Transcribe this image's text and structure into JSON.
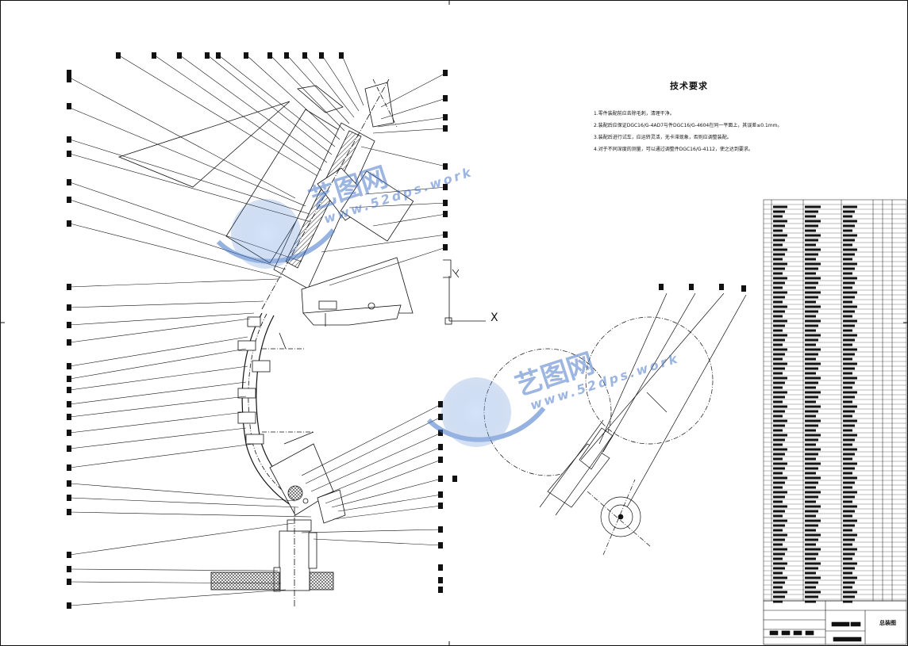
{
  "drawing": {
    "notes_title": "技术要求",
    "notes": [
      "1.零件装配前应去除毛刺，清理干净。",
      "2.装配后应保证DGC16/G-4AD7与件DGC16/G-4604在同一平面上，其误差≤0.1mm。",
      "3.装配后进行试车，应运转灵活，无卡滞现象，否则应调整装配。",
      "4.对于不同深度的测量，可以通过调整件DGC16/G-4112，使之达到要求。"
    ],
    "axis_labels": {
      "x": "X",
      "y": "Y"
    },
    "title_block_label": "总装图"
  },
  "watermark": {
    "text_cn": "艺图网",
    "text_en": "www.52dps.work"
  },
  "colors": {
    "line": "#111111",
    "watermark": "#4d79c9",
    "hatch": "#333333"
  }
}
